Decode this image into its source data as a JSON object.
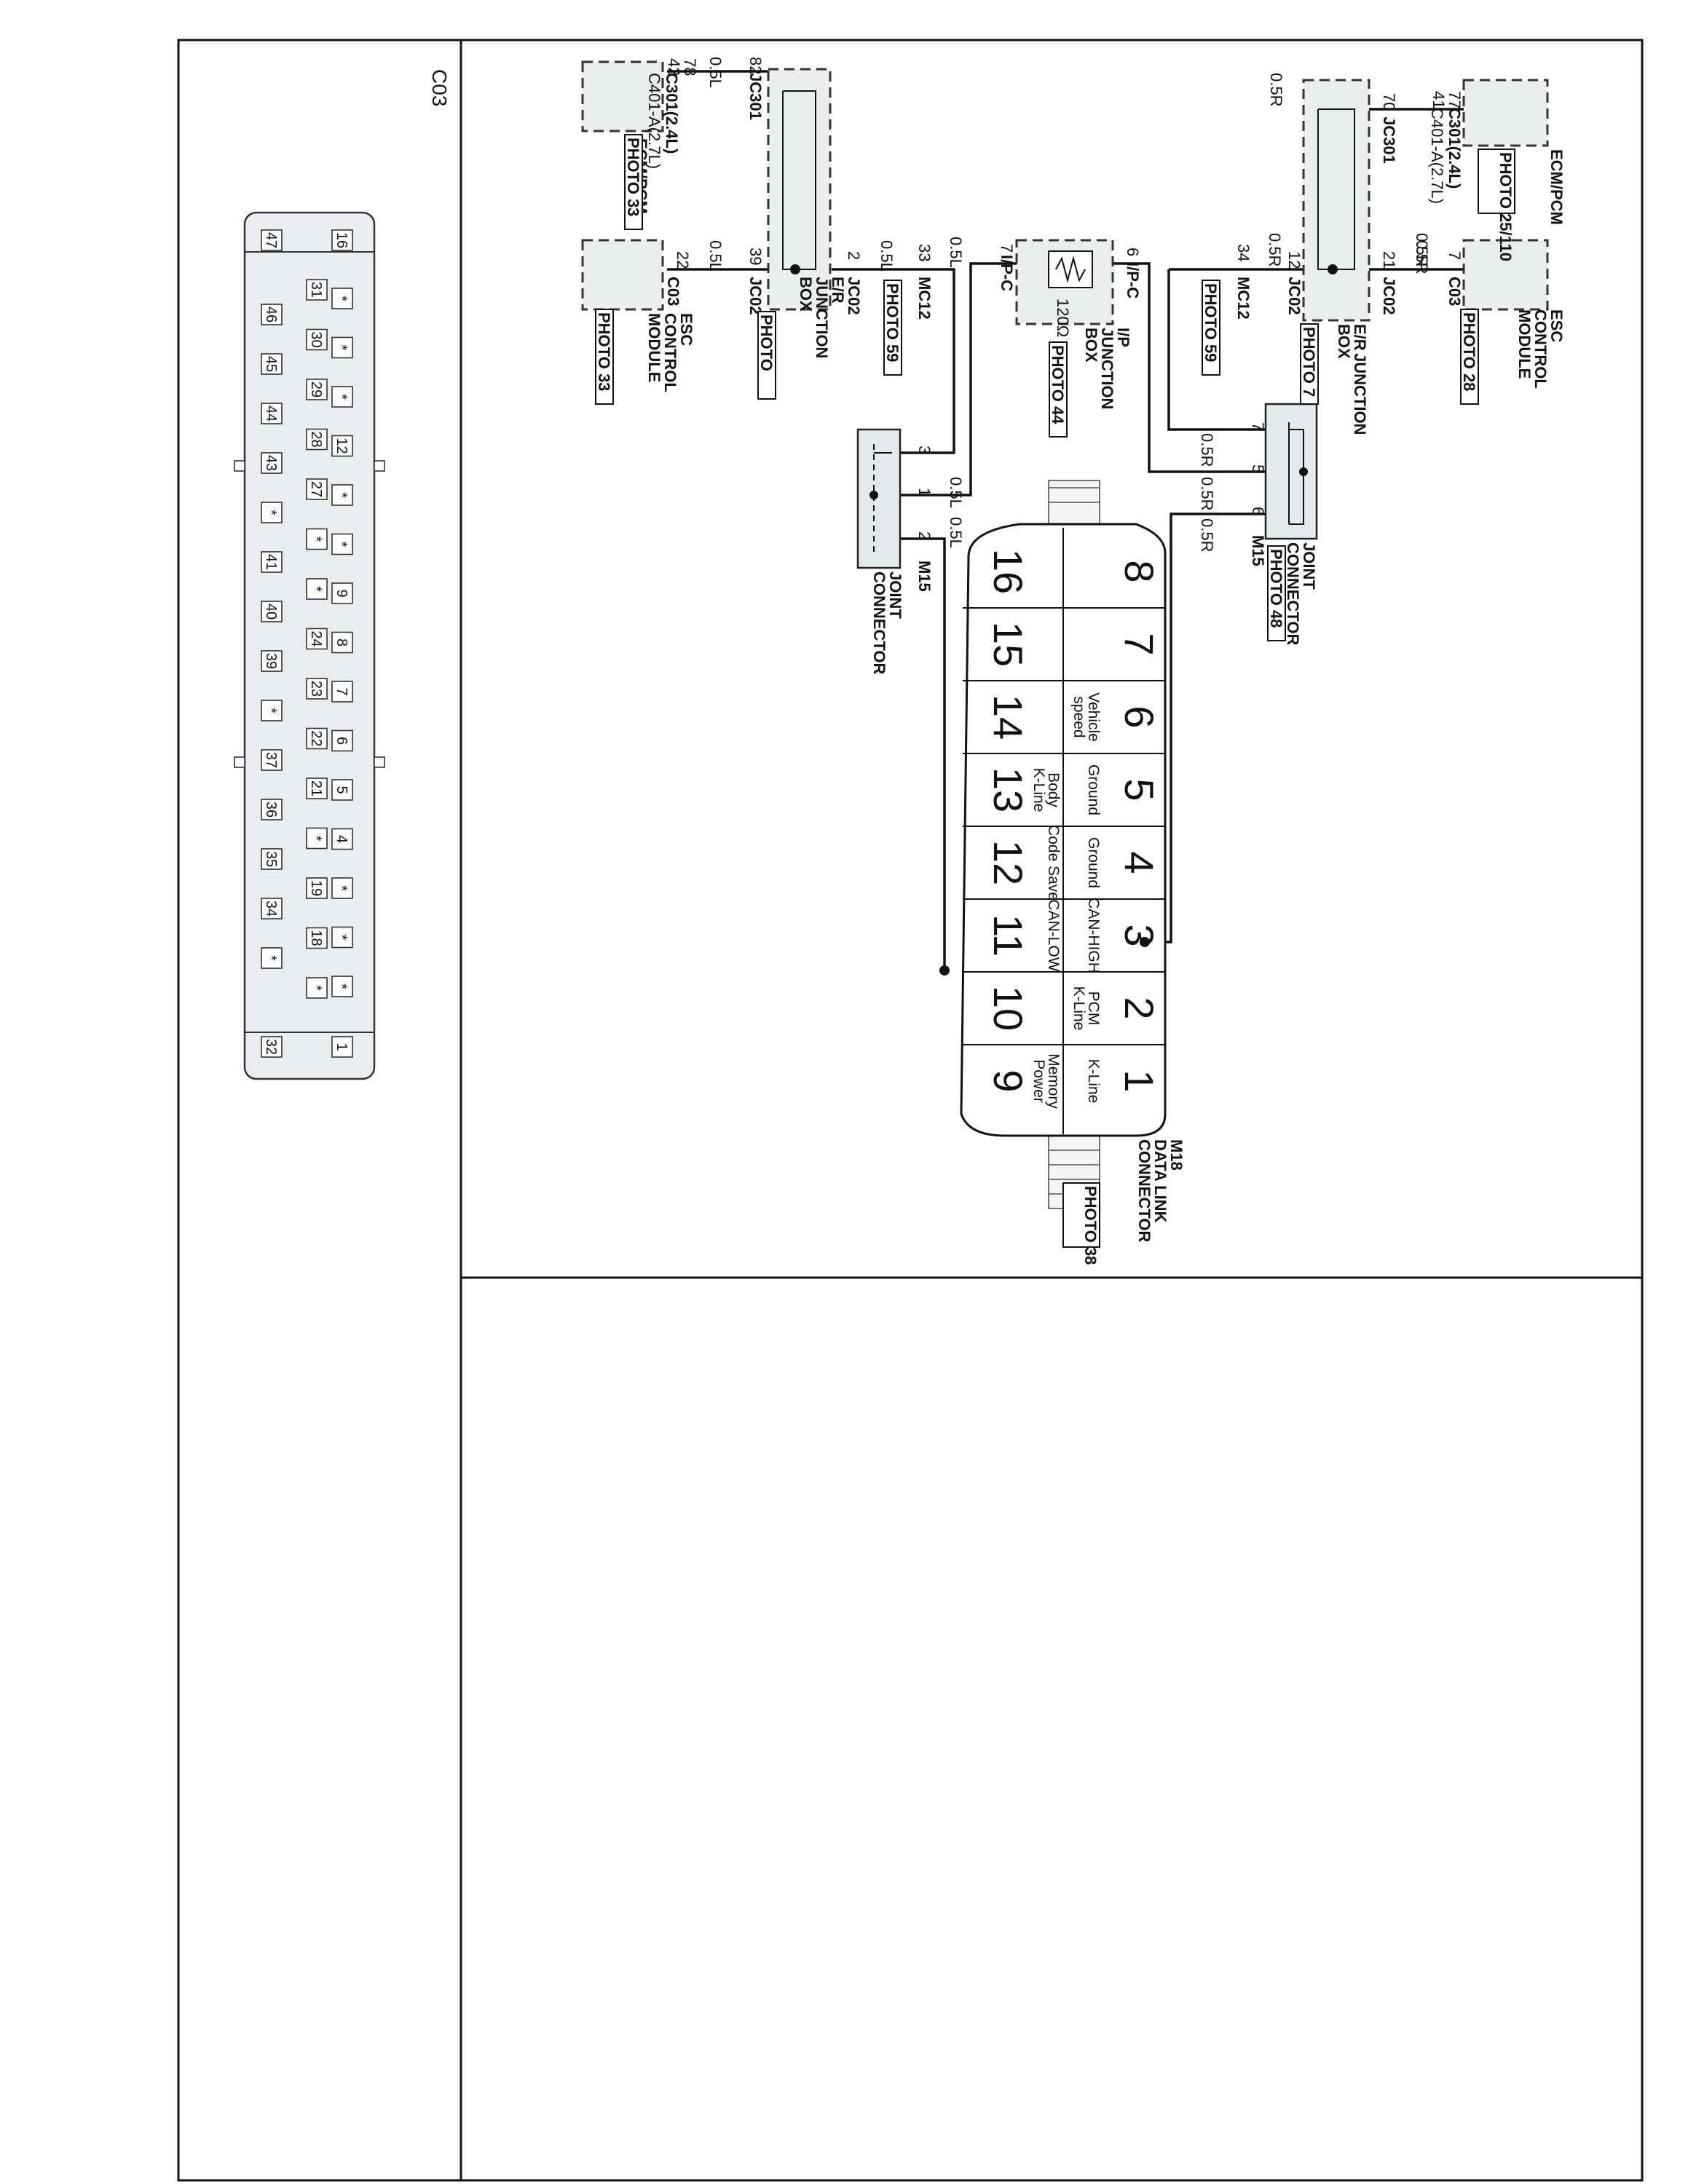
{
  "section_label": "C03",
  "connector_c03": {
    "outer_row": [
      "16",
      "*",
      "*",
      "*",
      "12",
      "*",
      "*",
      "9",
      "8",
      "7",
      "6",
      "5",
      "4",
      "*",
      "*",
      "*",
      "1"
    ],
    "middle_row": [
      "31",
      "30",
      "29",
      "28",
      "27",
      "*",
      "*",
      "24",
      "23",
      "22",
      "21",
      "*",
      "19",
      "18",
      "*"
    ],
    "inner_row": [
      "47",
      "46",
      "45",
      "44",
      "43",
      "*",
      "41",
      "40",
      "39",
      "*",
      "37",
      "36",
      "35",
      "34",
      "*",
      "32"
    ],
    "highlight_color": "#cfe6ee",
    "highlighted_pins": [
      "7",
      "22"
    ]
  },
  "components": {
    "ecm_left": {
      "name": "ECM/PCM",
      "photo": "PHOTO 33",
      "conn1": "C301(2.4L)",
      "conn2": "C401-A(2.7L)",
      "pin1": "78",
      "pin2": "42",
      "wire": "0.5L"
    },
    "ecm_right": {
      "name": "ECM/PCM",
      "photo": "PHOTO 25/110",
      "conn1": "C301(2.4L)",
      "conn2": "C401-A(2.7L)",
      "pin1": "77",
      "pin2": "41",
      "wire": "0.5R"
    },
    "esc_left": {
      "name_l1": "ESC",
      "name_l2": "CONTROL",
      "name_l3": "MODULE",
      "photo": "PHOTO 33",
      "conn": "C03",
      "pin": "22",
      "wire": "0.5L"
    },
    "esc_right": {
      "name_l1": "ESC",
      "name_l2": "CONTROL",
      "name_l3": "MODULE",
      "photo": "PHOTO 28",
      "conn": "C03",
      "pin": "7",
      "wire": "0.5R"
    },
    "er_box_left": {
      "name_l1": "E/R",
      "name_l2": "JUNCTION",
      "name_l3": "BOX",
      "photo": "PHOTO",
      "jc301": "JC301",
      "jc301_pin": "82",
      "jc02a": "JC02",
      "jc02a_pin": "39",
      "jc02b": "JC02",
      "jc02b_pin": "2",
      "wire_out": "0.5L"
    },
    "er_box_right": {
      "name_l1": "E/R",
      "name_l2": "JUNCTION",
      "name_l3": "BOX",
      "photo": "PHOTO 7",
      "jc301": "JC301",
      "jc301_pin": "70",
      "jc02a": "JC02",
      "jc02a_pin": "21",
      "jc02b": "JC02",
      "jc02b_pin": "12",
      "wire_out": "0.5R"
    },
    "mc12_left": {
      "conn": "MC12",
      "photo": "PHOTO 59",
      "pin": "33",
      "wire": "0.5L"
    },
    "mc12_right": {
      "conn": "MC12",
      "photo": "PHOTO 59",
      "pin": "34",
      "wire": "0.5R"
    },
    "ip_box": {
      "name_l1": "I/P",
      "name_l2": "JUNCTION",
      "name_l3": "BOX",
      "photo": "PHOTO 44",
      "resistor": "120Ω",
      "conn_a": "I/P-C",
      "pin_a": "7",
      "conn_b": "I/P-C",
      "pin_b": "6"
    },
    "joint_left": {
      "name_l1": "JOINT",
      "name_l2": "CONNECTOR",
      "conn": "M15",
      "pins": [
        "3",
        "1",
        "2"
      ],
      "wire": "0.5L"
    },
    "joint_right": {
      "name_l1": "JOINT",
      "name_l2": "CONNECTOR",
      "conn": "M15",
      "photo": "PHOTO 48",
      "pins": [
        "7",
        "5",
        "6"
      ],
      "wire": "0.5R"
    }
  },
  "dlc": {
    "conn": "M18",
    "name_l1": "DATA LINK",
    "name_l2": "CONNECTOR",
    "photo": "PHOTO 38",
    "top_pins": [
      "8",
      "7",
      "6",
      "5",
      "4",
      "3",
      "2",
      "1"
    ],
    "bottom_pins": [
      "16",
      "15",
      "14",
      "13",
      "12",
      "11",
      "10",
      "9"
    ],
    "top_desc": [
      [
        "",
        ""
      ],
      [
        "",
        ""
      ],
      [
        "Vehicle",
        "speed"
      ],
      [
        "Ground",
        ""
      ],
      [
        "Ground",
        ""
      ],
      [
        "CAN-HIGH",
        ""
      ],
      [
        "PCM",
        "K-Line"
      ],
      [
        "K-Line",
        ""
      ]
    ],
    "bottom_desc": [
      [
        "",
        ""
      ],
      [
        "",
        ""
      ],
      [
        "",
        ""
      ],
      [
        "Body",
        "K-Line"
      ],
      [
        "Code Save",
        ""
      ],
      [
        "CAN-LOW",
        ""
      ],
      [
        "",
        ""
      ],
      [
        "Memory",
        "Power"
      ]
    ]
  }
}
